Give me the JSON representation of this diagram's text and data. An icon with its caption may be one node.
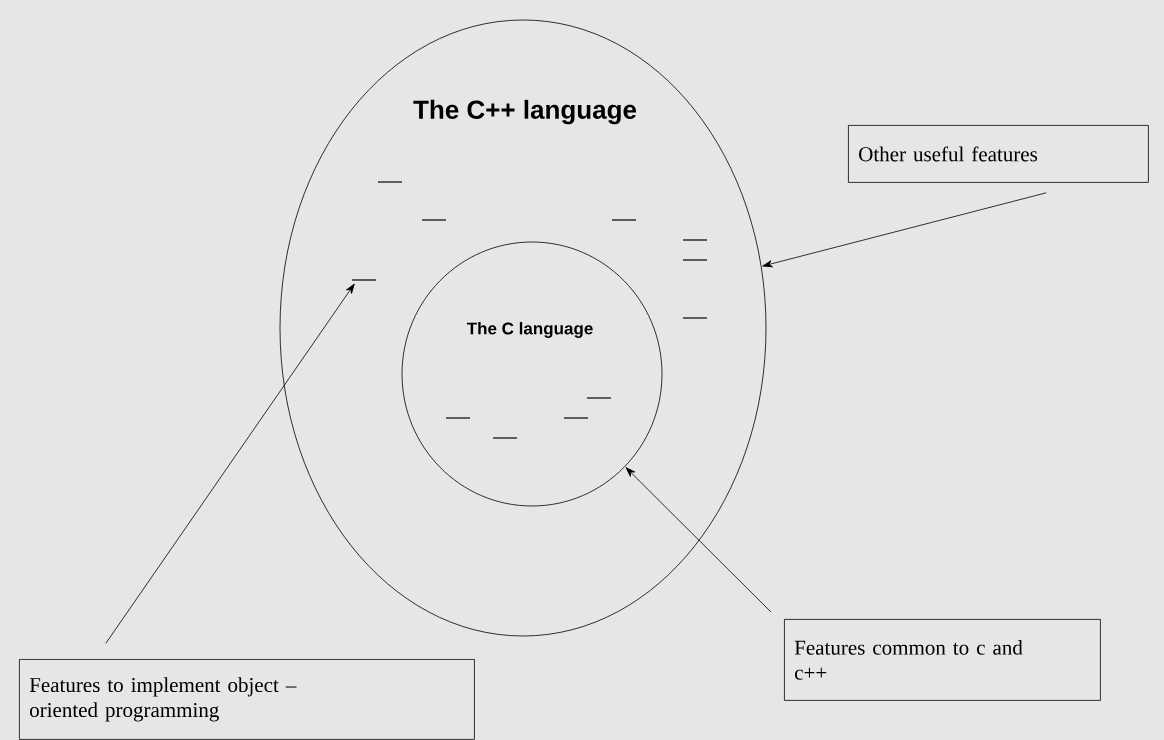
{
  "diagram": {
    "nodes": [
      {
        "text": [
          "The C++ language"
        ]
      },
      {
        "text": [
          "The C language"
        ],
        "in": 0
      },
      {
        "text": [
          "Other useful features"
        ]
      },
      {
        "text": [
          "Features to implement object – oriented programming"
        ]
      },
      {
        "text": [
          "Features common to c and c++"
        ]
      }
    ],
    "edges": [
      {
        "from": 2,
        "to": 0,
        "arrow": "to"
      },
      {
        "from": 3,
        "to": null,
        "arrow": "to"
      },
      {
        "from": 4,
        "to": 1,
        "arrow": "to"
      }
    ]
  }
}
